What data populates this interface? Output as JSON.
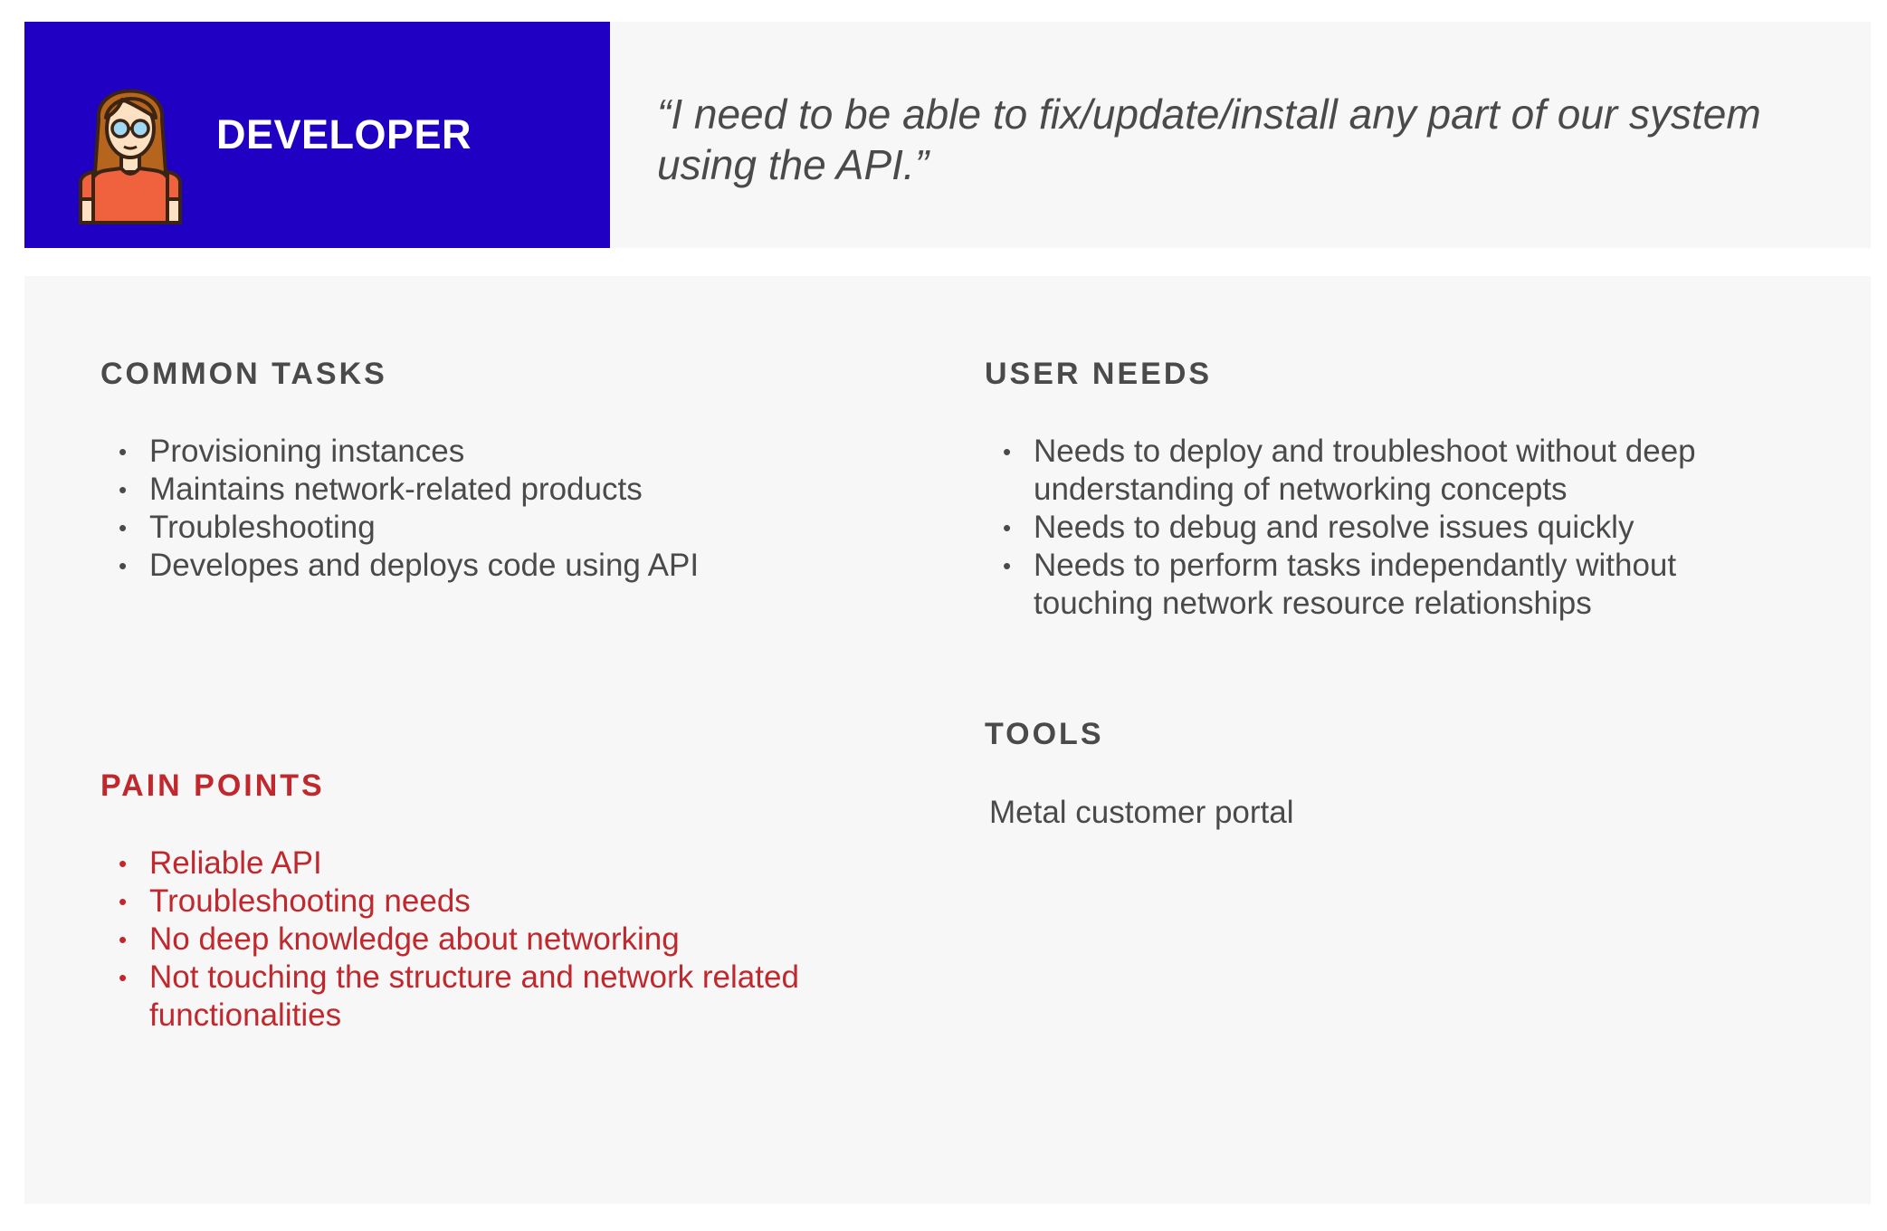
{
  "header": {
    "role": "DEVELOPER",
    "quote": "“I need to be able to fix/update/install any part of our system using the API.”"
  },
  "colors": {
    "role_background": "#2000c2",
    "card_background": "#f7f7f7",
    "text": "#4a4a4a",
    "pain_accent": "#c0282d"
  },
  "avatar": {
    "icon": "developer-avatar-icon"
  },
  "common_tasks": {
    "title": "COMMON TASKS",
    "items": [
      "Provisioning instances",
      "Maintains network-related products",
      "Troubleshooting",
      "Developes and deploys code using API"
    ]
  },
  "pain_points": {
    "title": "PAIN POINTS",
    "items": [
      "Reliable API",
      "Troubleshooting needs",
      "No deep knowledge about networking",
      "Not touching the structure and network related functionalities"
    ]
  },
  "user_needs": {
    "title": "USER NEEDS",
    "items": [
      "Needs to deploy and troubleshoot without deep understanding of networking concepts",
      "Needs to debug and resolve issues quickly",
      "Needs to perform tasks independantly without touching network resource relationships"
    ]
  },
  "tools": {
    "title": "TOOLS",
    "text": "Metal customer portal"
  }
}
